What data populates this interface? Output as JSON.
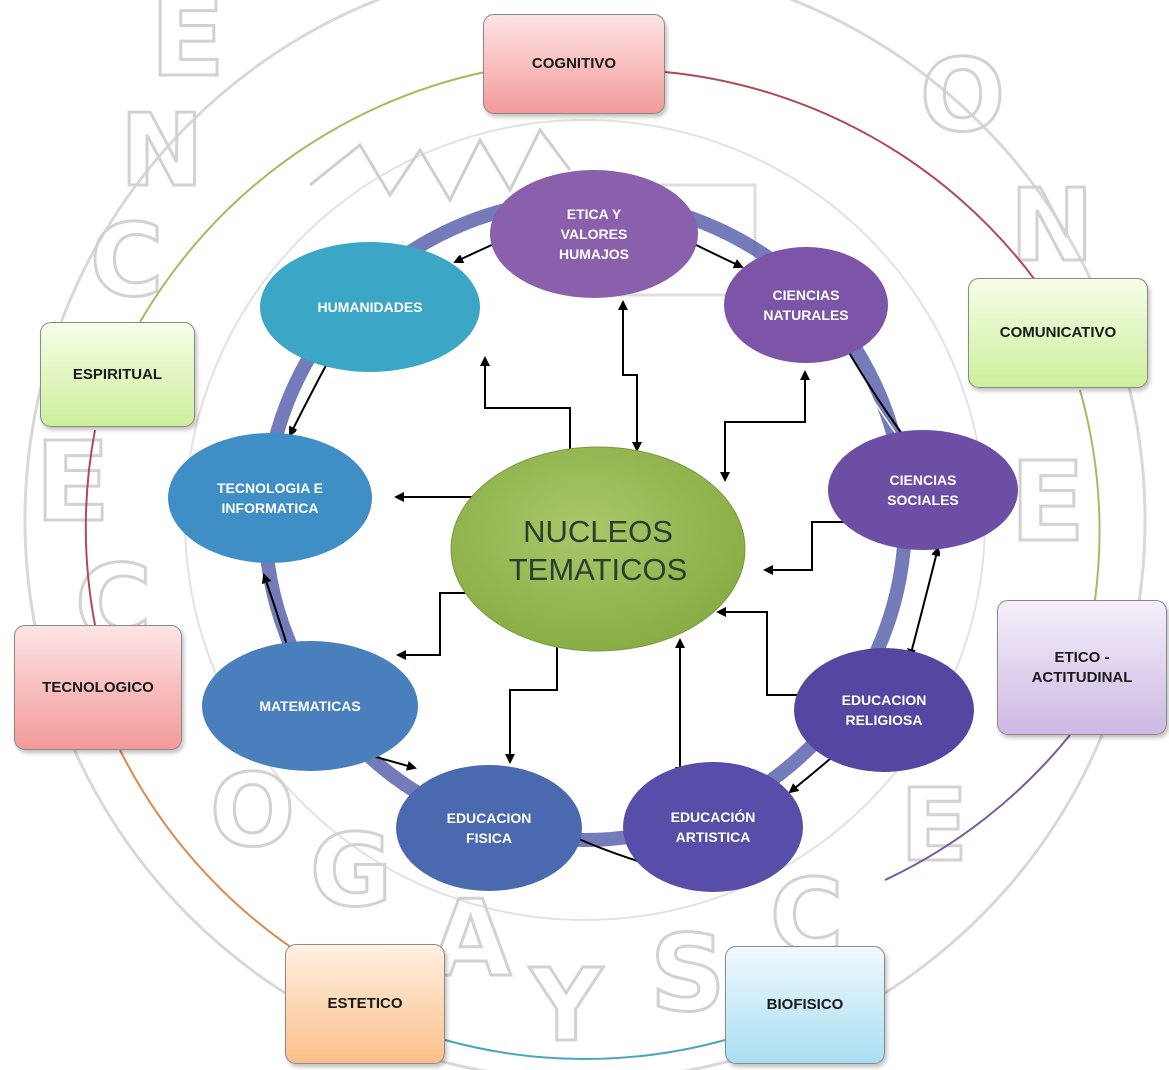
{
  "diagram": {
    "center": "NUCLEOS TEMATICOS",
    "nodes": [
      {
        "id": "etica",
        "label": "ETICA Y VALORES HUMAJOS",
        "color": "#8a5fac"
      },
      {
        "id": "naturales",
        "label": "CIENCIAS NATURALES",
        "color": "#7d55a8"
      },
      {
        "id": "sociales",
        "label": "CIENCIAS SOCIALES",
        "color": "#6d4ea5"
      },
      {
        "id": "religiosa",
        "label": "EDUCACION RELIGIOSA",
        "color": "#5547a1"
      },
      {
        "id": "artistica",
        "label": "EDUCACIÓN ARTISTICA",
        "color": "#574eaa"
      },
      {
        "id": "fisica",
        "label": "EDUCACION FISICA",
        "color": "#4a69ae"
      },
      {
        "id": "matematicas",
        "label": "MATEMATICAS",
        "color": "#4a7fbd"
      },
      {
        "id": "tecnologia",
        "label": "TECNOLOGIA E INFORMATICA",
        "color": "#3f8fc6"
      },
      {
        "id": "humanidades",
        "label": "HUMANIDADES",
        "color": "#3ca6c6"
      }
    ],
    "dimensions": [
      {
        "id": "cognitivo",
        "label": "COGNITIVO",
        "style": "red"
      },
      {
        "id": "comunicativo",
        "label": "COMUNICATIVO",
        "style": "green"
      },
      {
        "id": "etico",
        "label": "ETICO - ACTITUDINAL",
        "style": "purple"
      },
      {
        "id": "biofisico",
        "label": "BIOFISICO",
        "style": "blue"
      },
      {
        "id": "estetico",
        "label": "ESTETICO",
        "style": "orange"
      },
      {
        "id": "tecnologico",
        "label": "TECNOLOGICO",
        "style": "red"
      },
      {
        "id": "espiritual",
        "label": "ESPIRITUAL",
        "style": "green"
      }
    ],
    "colors": {
      "center_fill": "#8fb44a",
      "arc_cognitivo_comunicativo": "#b24a52",
      "arc_comunicativo_etico": "#9dbf5e",
      "arc_etico_biofisico": "#7a5a9c",
      "arc_biofisico_estetico": "#49a5c0",
      "arc_estetico_tecnologico": "#d98a4c",
      "arc_tecnologico_espiritual": "#b24a52",
      "arc_espiritual_cognitivo": "#9dbf5e",
      "watermark": "#d2d2d2"
    }
  }
}
